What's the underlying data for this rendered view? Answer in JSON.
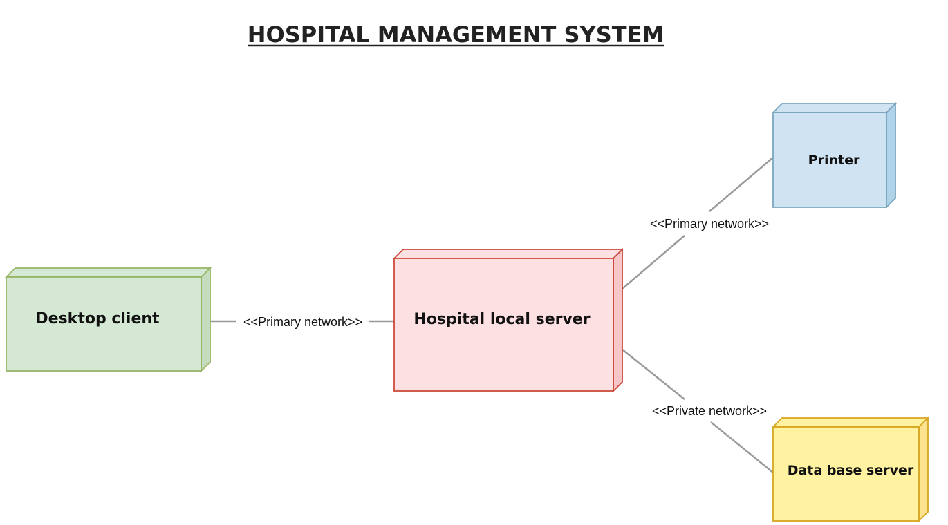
{
  "diagram": {
    "title": "HOSPITAL MANAGEMENT SYSTEM",
    "nodes": {
      "desktop_client": {
        "label": "Desktop client",
        "fill": "#d5e8d4",
        "side": "#c6dcbf",
        "stroke": "#97b565"
      },
      "local_server": {
        "label": "Hospital local server",
        "fill": "#fde0e2",
        "side": "#f7c6c9",
        "stroke": "#cc4b3c"
      },
      "printer": {
        "label": "Printer",
        "fill": "#cfe3f3",
        "side": "#b1d3ea",
        "stroke": "#7aa7bd"
      },
      "database_server": {
        "label": "Data base server",
        "fill": "#fff2a1",
        "side": "#fde28f",
        "stroke": "#d6a620"
      }
    },
    "connections": {
      "client_to_server": {
        "label": "<<Primary network>>"
      },
      "server_to_printer": {
        "label": "<<Primary network>>"
      },
      "server_to_database": {
        "label": "<<Private network>>"
      }
    }
  }
}
